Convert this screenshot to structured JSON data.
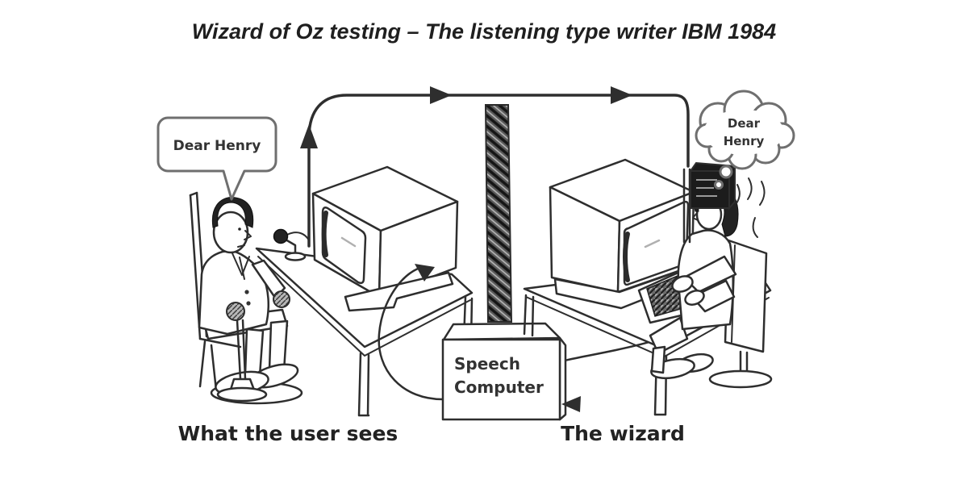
{
  "title": "Wizard of Oz testing – The listening type writer IBM 1984",
  "user_side": {
    "speech_bubble": "Dear Henry",
    "caption": "What the user sees"
  },
  "wizard_side": {
    "thought_bubble": {
      "line1": "Dear",
      "line2": "Henry"
    },
    "caption": "The wizard"
  },
  "speech_computer": {
    "line1": "Speech",
    "line2": "Computer"
  },
  "colors": {
    "ink": "#2e2e2e",
    "bubble-stroke": "#6f6f6f",
    "device-fill": "#1c1c1c",
    "wall-base": "#4f4f4f",
    "background": "#ffffff",
    "text": "#222222"
  }
}
